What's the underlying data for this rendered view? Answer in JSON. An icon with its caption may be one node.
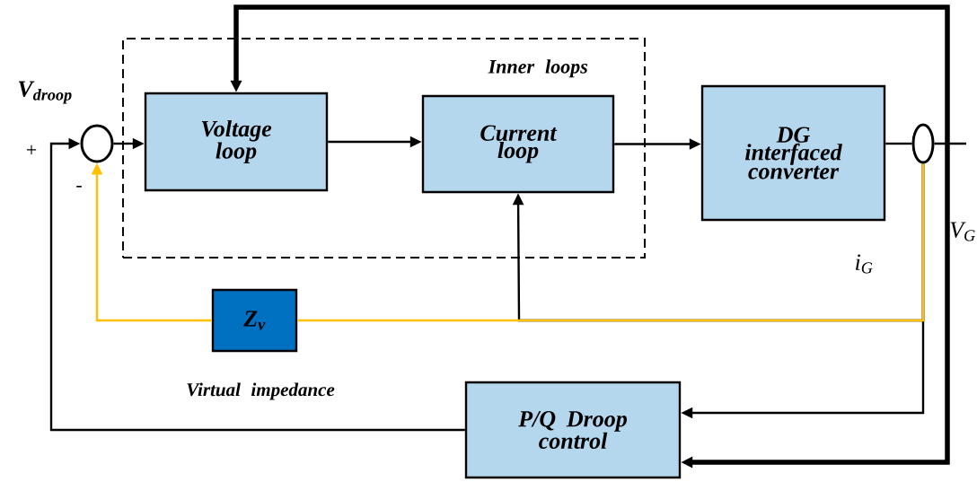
{
  "diagram": {
    "nodes": [
      {
        "text": [
          "Inner loops"
        ]
      },
      {
        "text": [],
        "shape": "circle"
      },
      {
        "text": [
          "Voltage loop"
        ],
        "in": 0
      },
      {
        "text": [
          "Current loop"
        ],
        "in": 0
      },
      {
        "text": [
          "DG interfaced converter"
        ]
      },
      {
        "text": [],
        "shape": "circle"
      },
      {
        "text": [
          "Z$_{v}$"
        ],
        "beside": [
          "Virtual impedance"
        ]
      },
      {
        "text": [
          "P/Q Droop control"
        ]
      }
    ],
    "edges": [
      {
        "from": 1,
        "to": 2,
        "arrow": "to"
      },
      {
        "from": 2,
        "to": 3,
        "arrow": "to"
      },
      {
        "from": 3,
        "to": 4,
        "arrow": "to"
      },
      {
        "from": 4,
        "to": 5,
        "arrow": "none"
      },
      {
        "from": 5,
        "to": null,
        "arrow": "none"
      },
      {
        "from": 7,
        "to": 1,
        "arrow": "to"
      },
      {
        "from": 5,
        "to": 7,
        "arrow": "to"
      },
      {
        "from": 5,
        "to": 6,
        "arrow": "none",
        "color": "#ffc000"
      },
      {
        "from": 6,
        "to": 1,
        "arrow": "to",
        "color": "#ffc000"
      },
      {
        "from": 5,
        "to": 3,
        "arrow": "to"
      },
      {
        "from": null,
        "to": 2,
        "arrow": "to",
        "style": "thick"
      },
      {
        "from": null,
        "to": 7,
        "arrow": "to",
        "style": "thick"
      }
    ],
    "labels": [
      "V$_{droop}$",
      "+",
      "-",
      "V$_{G}$",
      "i$_{G}$"
    ]
  }
}
